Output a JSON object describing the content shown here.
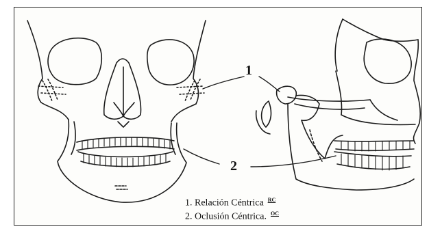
{
  "labels": {
    "one": "1",
    "two": "2"
  },
  "legend": [
    {
      "text": "1. Relación Céntrica",
      "abbr": "RC"
    },
    {
      "text": "2. Oclusión Céntrica.",
      "abbr": "OC"
    }
  ],
  "colors": {
    "ink": "#1a1a1a",
    "paper": "#fdfdfb"
  }
}
